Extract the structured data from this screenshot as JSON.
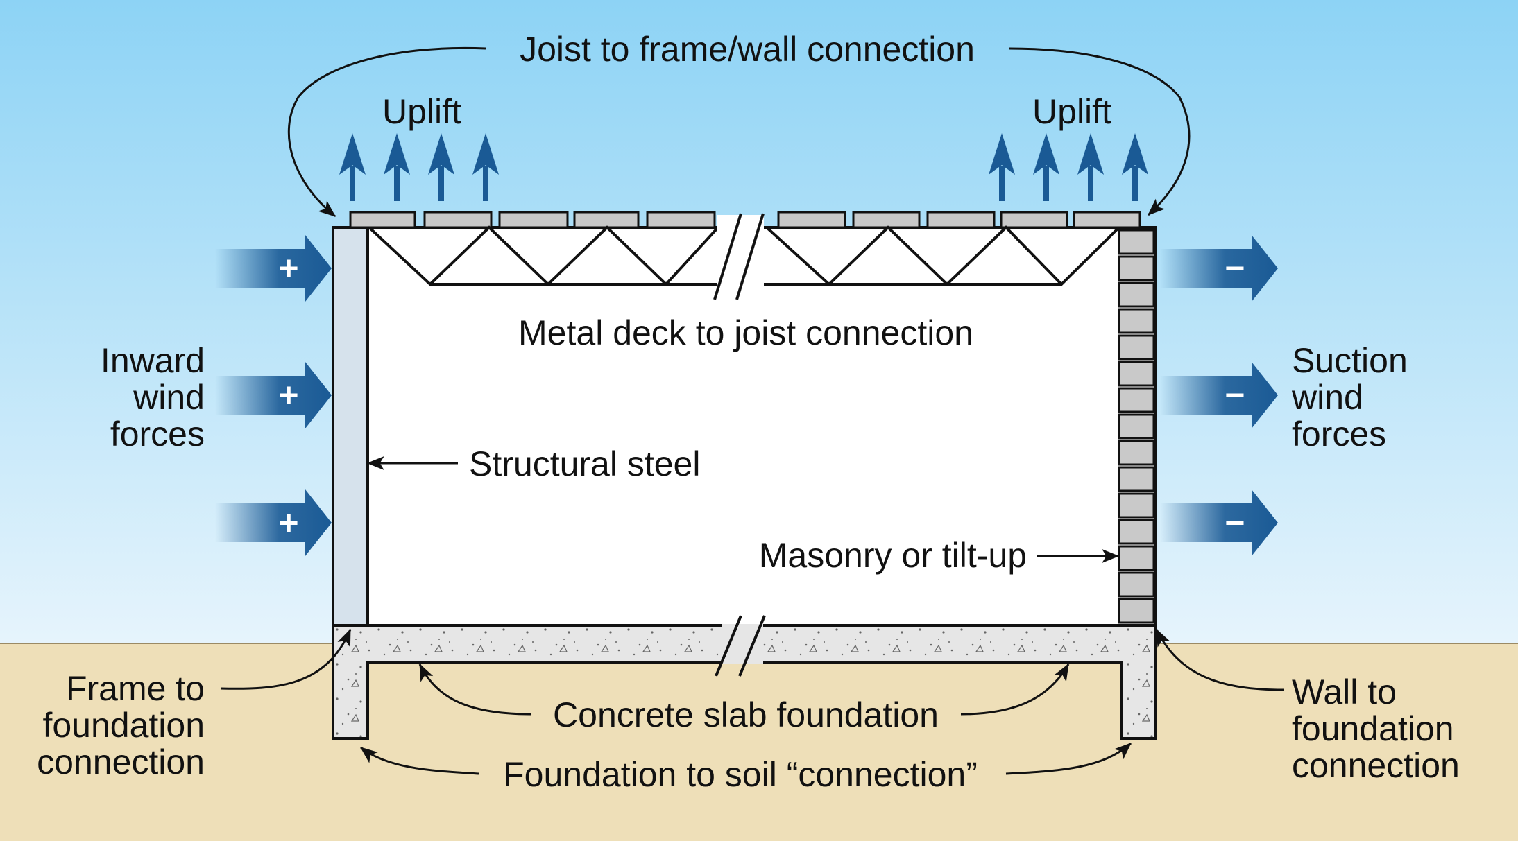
{
  "labels": {
    "joist_to_frame": "Joist to frame/wall connection",
    "uplift_left": "Uplift",
    "uplift_right": "Uplift",
    "metal_deck": "Metal deck to joist connection",
    "inward": [
      "Inward",
      "wind",
      "forces"
    ],
    "suction": [
      "Suction",
      "wind",
      "forces"
    ],
    "structural_steel": "Structural steel",
    "masonry": "Masonry or tilt-up",
    "frame_to_foundation": [
      "Frame to",
      "foundation",
      "connection"
    ],
    "wall_to_foundation": [
      "Wall to",
      "foundation",
      "connection"
    ],
    "concrete_slab": "Concrete slab foundation",
    "foundation_to_soil": "Foundation to soil “connection”"
  },
  "signs": {
    "inward": "+",
    "suction": "−"
  },
  "colors": {
    "sky_top": "#8dd3f5",
    "sky_bottom": "#e6f4fc",
    "soil": "#eedfb8",
    "arrow_blue": "#1a5a95",
    "deck_gray": "#c9c9c9",
    "steel_column": "#d6e2ec",
    "concrete": "#e6e6e6"
  },
  "icons": {
    "uplift": "up-arrow-icon",
    "wind_in": "right-block-arrow-icon",
    "wind_out": "right-block-arrow-icon"
  }
}
